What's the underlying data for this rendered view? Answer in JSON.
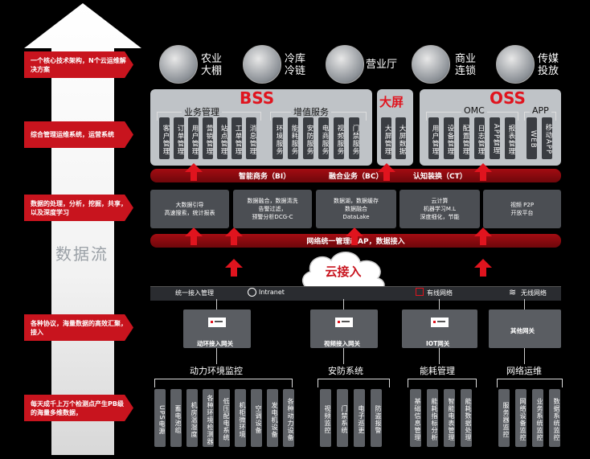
{
  "side_arrow": {
    "text": "数据流"
  },
  "left_labels": [
    "一个核心技术架构，N个云运维解决方案",
    "综合管理运维系统，运营系统",
    "数据的处理，分析，挖掘，共享，以及深度学习",
    "各种协议，海量数据的高效汇聚，接入",
    "每天成千上万个检测点产生PB级的海量多维数据，"
  ],
  "top_scenes": [
    "农业\n大棚",
    "冷库\n冷链",
    "营业厅",
    "商业\n连锁",
    "传媒\n投放"
  ],
  "bss": {
    "title": "BSS",
    "group1": {
      "name": "业务管理",
      "items": [
        "客户管理",
        "订单管理",
        "用户管理",
        "营销管理",
        "站点管理",
        "工单管理",
        "消息管理"
      ]
    },
    "group2": {
      "name": "增值服务",
      "items": [
        "环境服务",
        "能耗服务",
        "安防服务",
        "电商服务",
        "视频服务",
        "门禁服务"
      ]
    }
  },
  "dapin": {
    "title": "大屏",
    "items": [
      "大屏管理",
      "大屏数据"
    ]
  },
  "oss": {
    "title": "OSS",
    "omc": {
      "name": "OMC",
      "items": [
        "用户管理",
        "设备管理",
        "配置管理",
        "日志管理",
        "APP管理",
        "报表管理"
      ]
    },
    "app": {
      "name": "APP",
      "items": [
        "WEB",
        "移动APP"
      ]
    }
  },
  "band1": [
    "智能商务（BI）",
    "融合业务（BC）",
    "认知装换（CT）"
  ],
  "data_boxes": [
    "大数据引导\n高速搜索，统计报表",
    "数据融合，数据清洗\n告警过滤，\n预警分析DCG-C",
    "数据湖，数据缓存\n数据融合\nDataLake",
    "云计算\n机器学习M.L\n深度细化，节能",
    "视频 P2P\n开放平台"
  ],
  "band2": "网络统一管理iCAP，数据接入",
  "cloud": "云接入",
  "network": [
    "统一接入管理",
    "Intranet",
    "有线网络",
    "无线网络"
  ],
  "gateways": [
    "动环接入网关",
    "视频接入网关",
    "IOT网关",
    "其他网关"
  ],
  "groups": [
    {
      "name": "动力环境监控",
      "items": [
        "UPS电源",
        "蓄电池组",
        "机房温湿度",
        "各种环境检测器",
        "低压配电系统",
        "机柜微环境",
        "空调设备",
        "发电机设备",
        "各种动力设备"
      ]
    },
    {
      "name": "安防系统",
      "items": [
        "视频监控",
        "门禁系统",
        "电子巡更",
        "防盗报警"
      ]
    },
    {
      "name": "能耗管理",
      "items": [
        "基础信息管理",
        "能耗指标分析",
        "智能电表管理",
        "能耗数据处理"
      ]
    },
    {
      "name": "网络运维",
      "items": [
        "服务器监控",
        "网络设备监控",
        "业务系统监控",
        "数据系统监控"
      ]
    }
  ],
  "colors": {
    "accent": "#c8141e",
    "panel": "#bfc3c7",
    "dark": "#3a3d42",
    "band": "#8a0a10"
  }
}
